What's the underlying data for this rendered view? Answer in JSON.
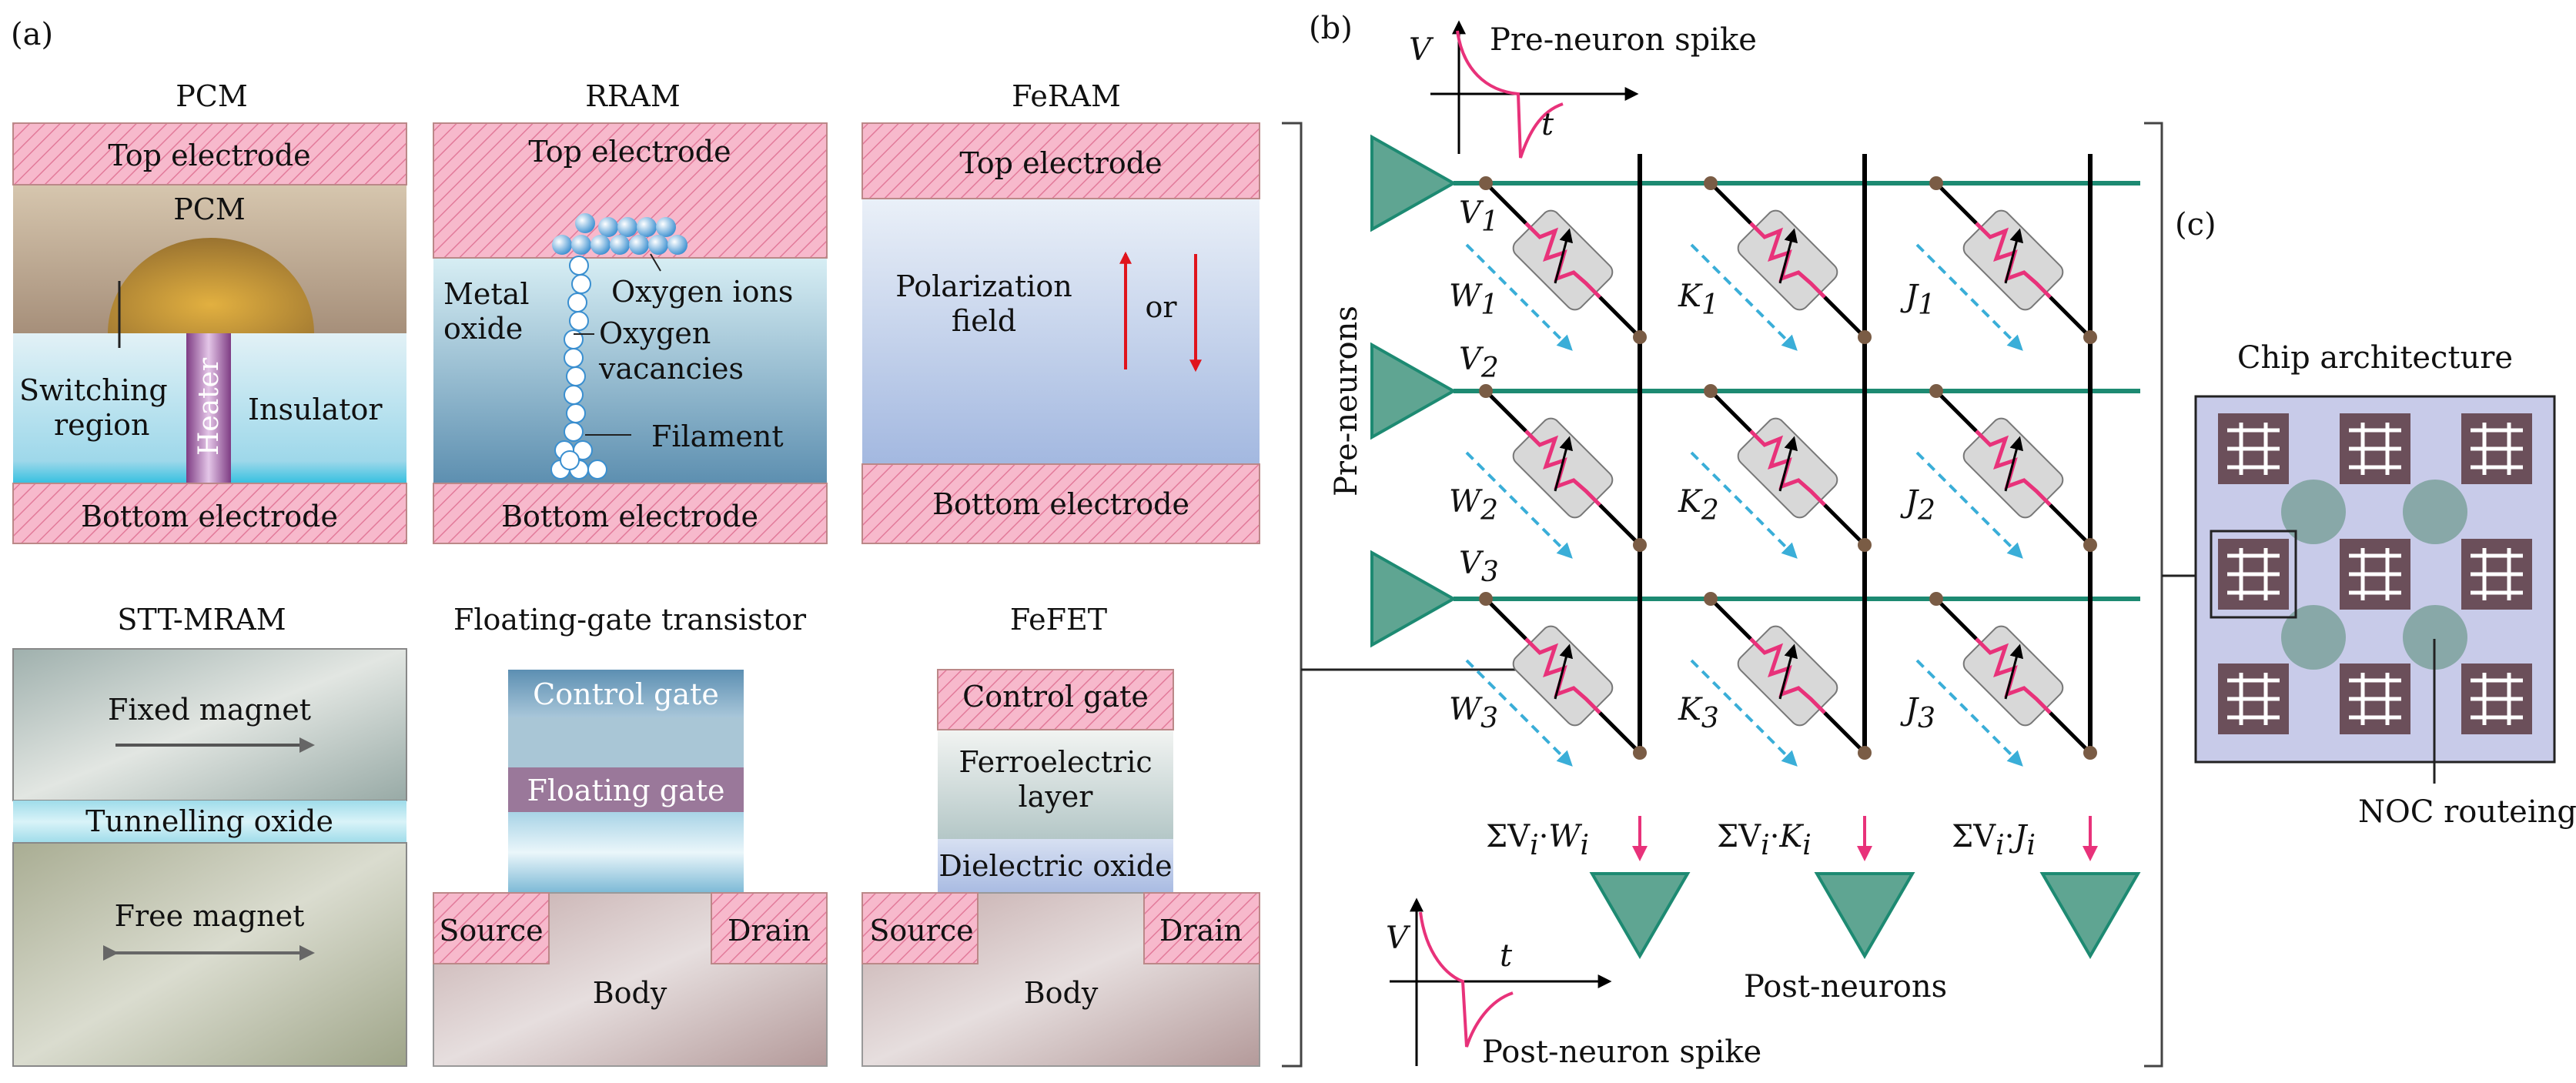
{
  "panel_labels": {
    "a": "(a)",
    "b": "(b)",
    "c": "(c)"
  },
  "pcm": {
    "title": "PCM",
    "top": "Top electrode",
    "layer": "PCM",
    "switching_1": "Switching",
    "switching_2": "region",
    "heater": "Heater",
    "insulator": "Insulator",
    "bottom": "Bottom electrode"
  },
  "rram": {
    "title": "RRAM",
    "top": "Top electrode",
    "metal_1": "Metal",
    "metal_2": "oxide",
    "ions": "Oxygen ions",
    "vac_1": "Oxygen",
    "vac_2": "vacancies",
    "filament": "Filament",
    "bottom": "Bottom electrode"
  },
  "feram": {
    "title": "FeRAM",
    "top": "Top electrode",
    "pol_1": "Polarization",
    "pol_2": "field",
    "or": "or",
    "bottom": "Bottom electrode"
  },
  "stt": {
    "title": "STT-MRAM",
    "fixed": "Fixed magnet",
    "tunnel": "Tunnelling oxide",
    "free": "Free magnet"
  },
  "fg": {
    "title": "Floating-gate transistor",
    "control": "Control gate",
    "floating": "Floating gate",
    "source": "Source",
    "drain": "Drain",
    "body": "Body"
  },
  "fefet": {
    "title": "FeFET",
    "control": "Control gate",
    "ferro_1": "Ferroelectric",
    "ferro_2": "layer",
    "dielectric": "Dielectric oxide",
    "source": "Source",
    "drain": "Drain",
    "body": "Body"
  },
  "crossbar": {
    "pre_spike": "Pre-neuron spike",
    "post_spike": "Post-neuron spike",
    "axis_v": "V",
    "axis_t": "t",
    "pre_neurons": "Pre-neurons",
    "post_neurons": "Post-neurons",
    "v_labels": [
      "1",
      "2",
      "3"
    ],
    "w_labels": [
      "1",
      "2",
      "3"
    ],
    "k_labels": [
      "1",
      "2",
      "3"
    ],
    "j_labels": [
      "1",
      "2",
      "3"
    ],
    "sums": [
      {
        "sym": "W",
        "sub": "i"
      },
      {
        "sym": "K",
        "sub": "i"
      },
      {
        "sym": "J",
        "sub": "i"
      }
    ]
  },
  "chip": {
    "title": "Chip architecture",
    "noc": "NOC routeing"
  },
  "colors": {
    "electrode": "#f7b9cc",
    "teal": "#1d8a72",
    "neuron": "#5fa592",
    "memristor_line": "#e8327a",
    "dash": "#3aaed8",
    "node": "#7a5c45",
    "chip_bg": "#c8cbe9",
    "core": "#6b4f5a",
    "router": "#88a8a8"
  }
}
